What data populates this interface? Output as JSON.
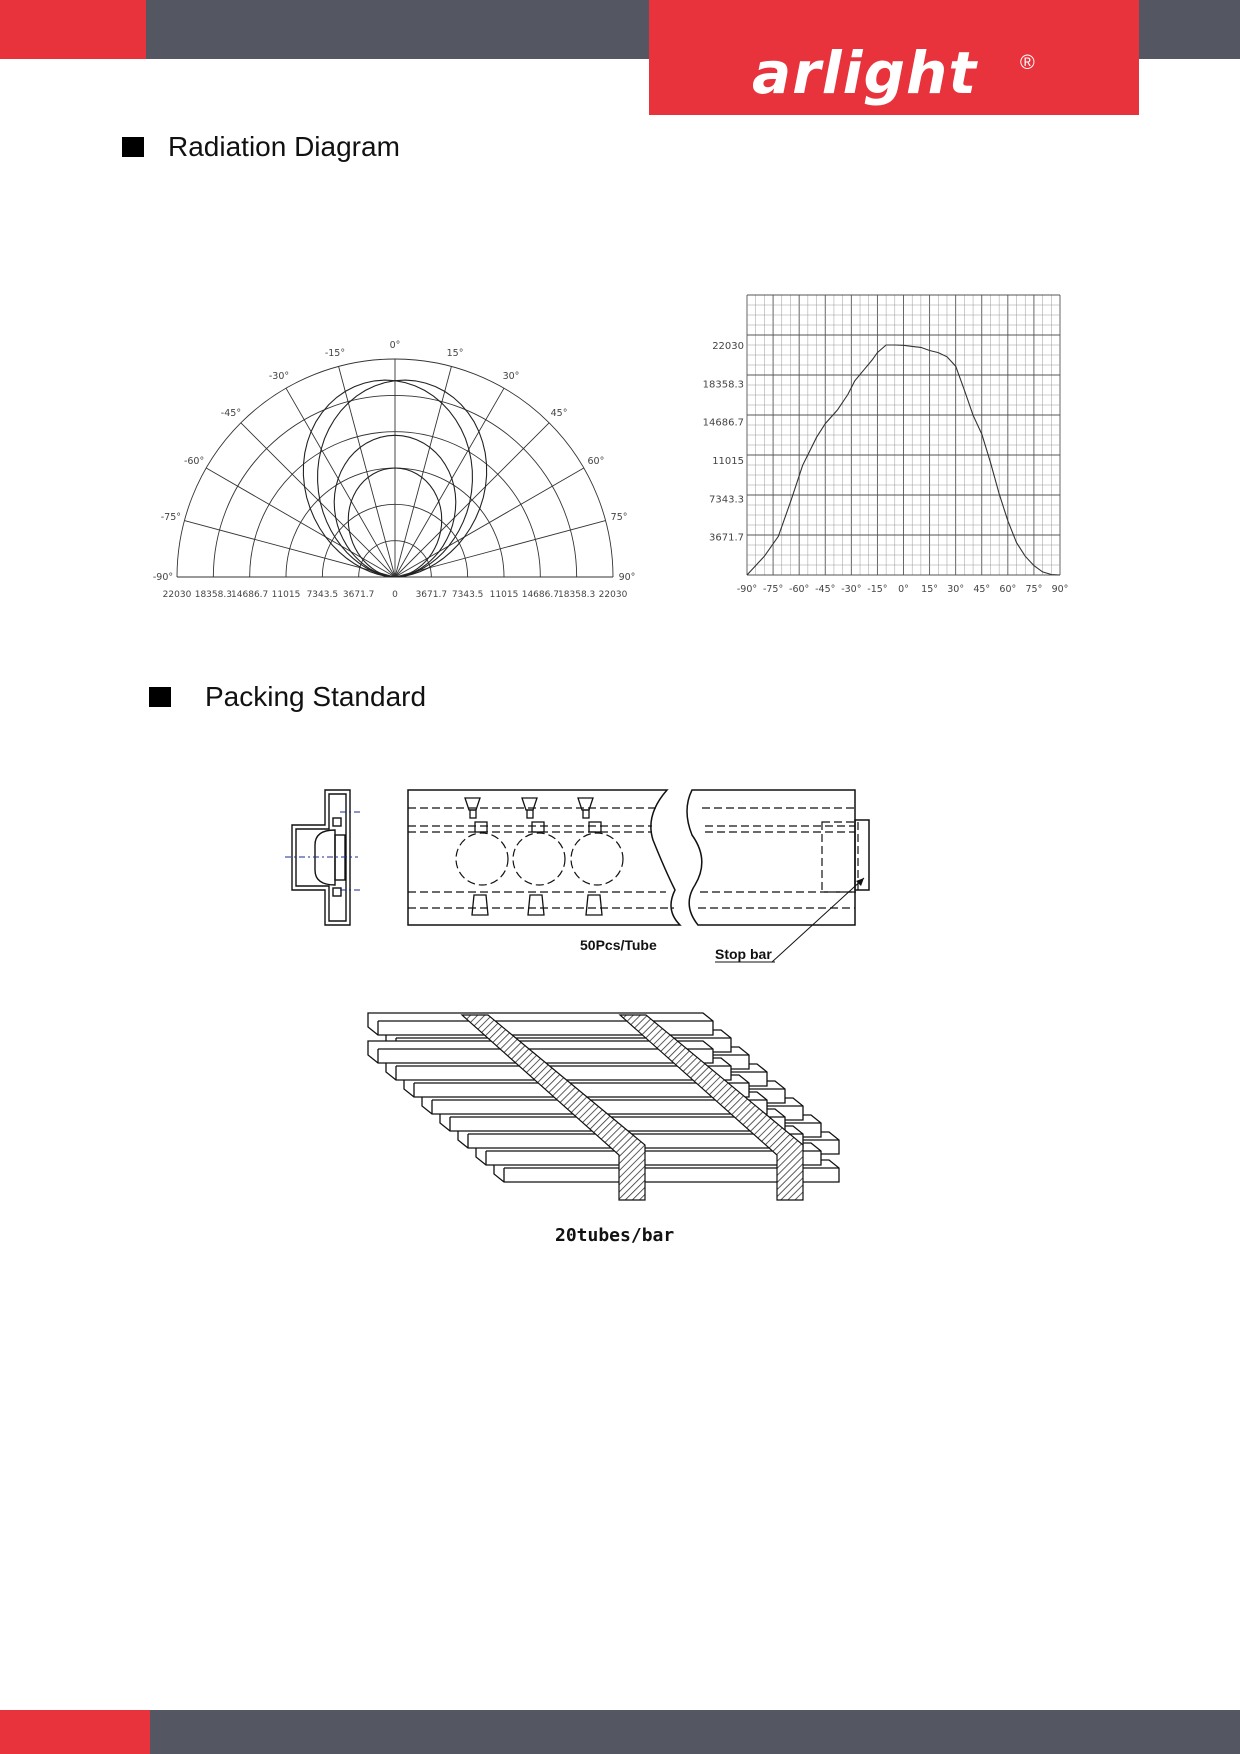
{
  "brand": {
    "name": "arlight",
    "reg": "®",
    "red": "#e8323c",
    "gray": "#545762"
  },
  "sections": {
    "radiation": {
      "title": "Radiation Diagram"
    },
    "packing": {
      "title": "Packing Standard",
      "tube_label": "50Pcs/Tube",
      "stop_label": "Stop bar",
      "bar_label": "20tubes/bar"
    }
  },
  "polar_chart": {
    "angle_labels": [
      "-90°",
      "-75°",
      "-60°",
      "-45°",
      "-30°",
      "-15°",
      "0°",
      "15°",
      "30°",
      "45°",
      "60°",
      "75°",
      "90°"
    ],
    "radial_labels": [
      "22030",
      "18358.3",
      "14686.7",
      "11015",
      "7343.5",
      "3671.7",
      "0",
      "3671.7",
      "7343.5",
      "11015",
      "14686.7",
      "18358.3",
      "22030"
    ]
  },
  "chart_data": {
    "type": "line",
    "title": "",
    "xlabel": "",
    "ylabel": "",
    "x_tick_labels": [
      "-90°",
      "-75°",
      "-60°",
      "-45°",
      "-30°",
      "-15°",
      "0°",
      "15°",
      "30°",
      "45°",
      "60°",
      "75°",
      "90°"
    ],
    "y_tick_labels": [
      "22030",
      "18358.3",
      "14686.7",
      "11015",
      "7343.3",
      "3671.7"
    ],
    "xlim": [
      -90,
      90
    ],
    "ylim": [
      0,
      22030
    ],
    "grid": true,
    "series": [
      {
        "x": [
          -90,
          -80,
          -72,
          -65,
          -58,
          -50,
          -45,
          -38,
          -32,
          -28,
          -22,
          -18,
          -15,
          -10,
          -5,
          0,
          5,
          10,
          15,
          20,
          25,
          30,
          35,
          40,
          45,
          50,
          55,
          60,
          65,
          70,
          75,
          80,
          85,
          90
        ],
        "values": [
          0,
          1800,
          3700,
          7000,
          10500,
          13200,
          14500,
          15800,
          17300,
          18600,
          19800,
          20600,
          21300,
          22030,
          22030,
          22000,
          21900,
          21800,
          21500,
          21300,
          20900,
          20000,
          17700,
          15300,
          13500,
          10800,
          7800,
          5200,
          3100,
          1800,
          900,
          300,
          50,
          0
        ]
      }
    ]
  }
}
